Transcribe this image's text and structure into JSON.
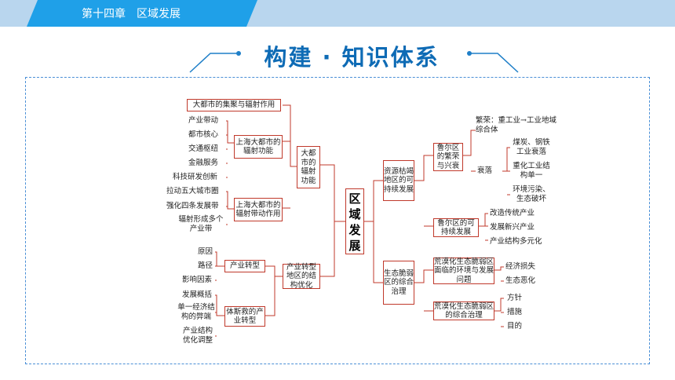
{
  "header": {
    "chapter": "第十四章　区域发展"
  },
  "title": {
    "text": "构建 · 知识体系"
  },
  "map": {
    "center": "区域发展",
    "left": {
      "b1": "大都市的辐射功能",
      "b1_items": [
        "大都市的集聚与辐射作用",
        "上海大都市的辐射功能",
        "上海大都市的辐射带动作用"
      ],
      "b1_sub1": [
        "产业带动",
        "都市核心",
        "交通枢纽",
        "金融服务",
        "科技研发创新"
      ],
      "b1_sub2": [
        "拉动五大城市圈",
        "强化四条发展带",
        "辐射形成多个产业带"
      ],
      "b2": "产业转型地区的结构优化",
      "b2_items": [
        "产业转型",
        "体斯救的产业转型"
      ],
      "b2_sub1": [
        "原因",
        "路径",
        "影响因素"
      ],
      "b2_sub2": [
        "发展概括",
        "单一经济结构的弊端",
        "产业结构优化调整"
      ]
    },
    "right": {
      "b1": "资源枯竭地区的可持续发展",
      "b1_items": [
        "鲁尔区的繁荣与兴衰",
        "鲁尔区的可持续发展"
      ],
      "prosper": "繁荣：重工业→工业地域综合体",
      "decline": "衰落",
      "decline_items": [
        "煤炭、钢铁工业衰落",
        "重化工业结构单一",
        "环境污染、生态破坏"
      ],
      "sustain_items": [
        "改造传统产业",
        "发展新兴产业",
        "产业结构多元化"
      ],
      "b2": "生态脆弱区的综合治理",
      "b2_items": [
        "荒漠化生态脆弱区面临的环境与发展问题",
        "荒漠化生态脆弱区的综合治理"
      ],
      "problems": [
        "经济损失",
        "生态恶化"
      ],
      "governance": [
        "方针",
        "措施",
        "目的"
      ]
    }
  }
}
